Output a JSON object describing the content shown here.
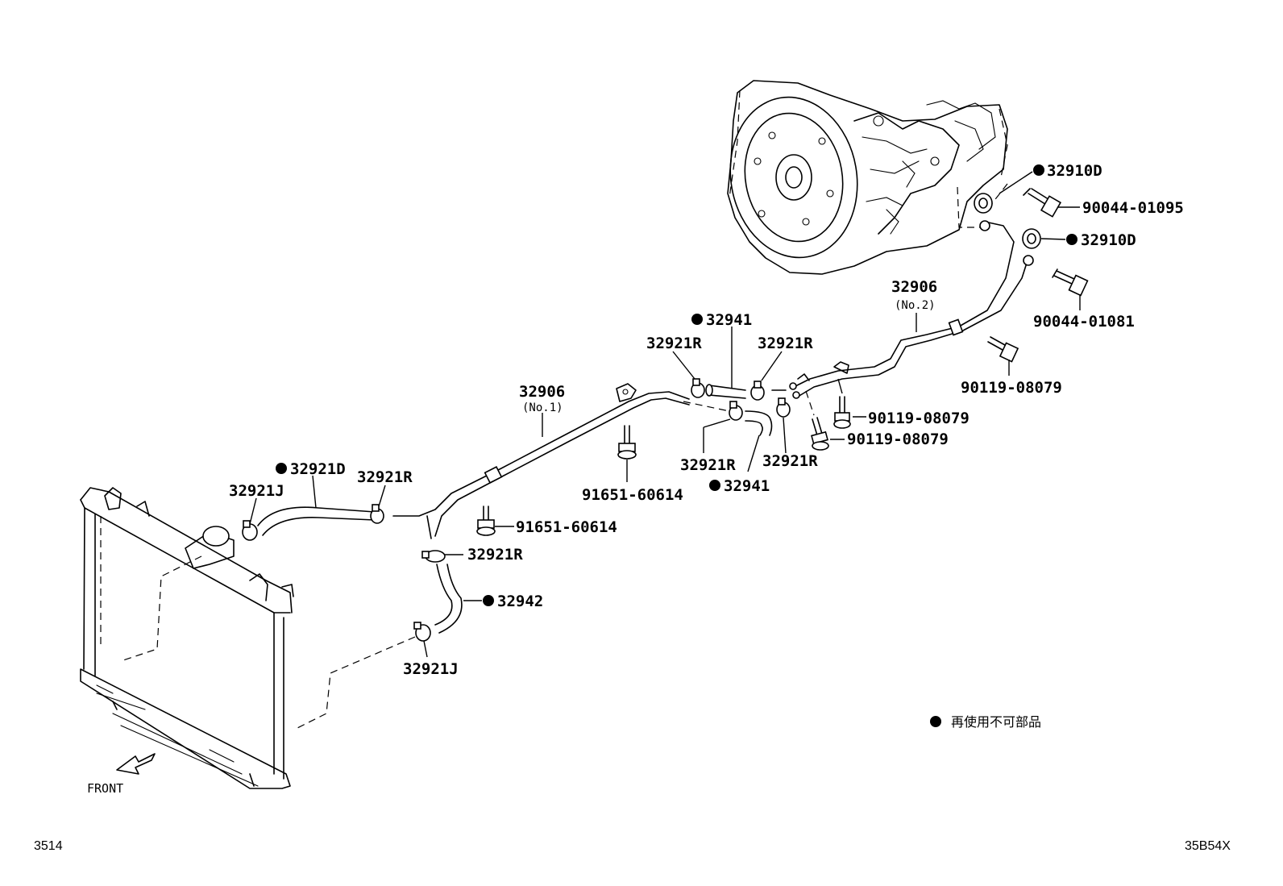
{
  "labels": {
    "p32910D_a": "32910D",
    "p90044_01095": "90044-01095",
    "p32910D_b": "32910D",
    "p32906_no2": "32906",
    "p32906_no2_sub": "(No.2)",
    "p90044_01081": "90044-01081",
    "p32941_a": "32941",
    "p32921R_a": "32921R",
    "p32921R_b": "32921R",
    "p90119_08079_a": "90119-08079",
    "p90119_08079_b": "90119-08079",
    "p90119_08079_c": "90119-08079",
    "p32906_no1": "32906",
    "p32906_no1_sub": "(No.1)",
    "p32921R_c": "32921R",
    "p32921R_d": "32921R",
    "p32941_b": "32941",
    "p91651_60614_a": "91651-60614",
    "p91651_60614_b": "91651-60614",
    "p32921D": "32921D",
    "p32921J_a": "32921J",
    "p32921R_e": "32921R",
    "p32921R_f": "32921R",
    "p32942": "32942",
    "p32921J_b": "32921J"
  },
  "legend": {
    "text": "再使用不可部品"
  },
  "front": "FRONT",
  "footer": {
    "left": "3514",
    "right": "35B54X"
  }
}
